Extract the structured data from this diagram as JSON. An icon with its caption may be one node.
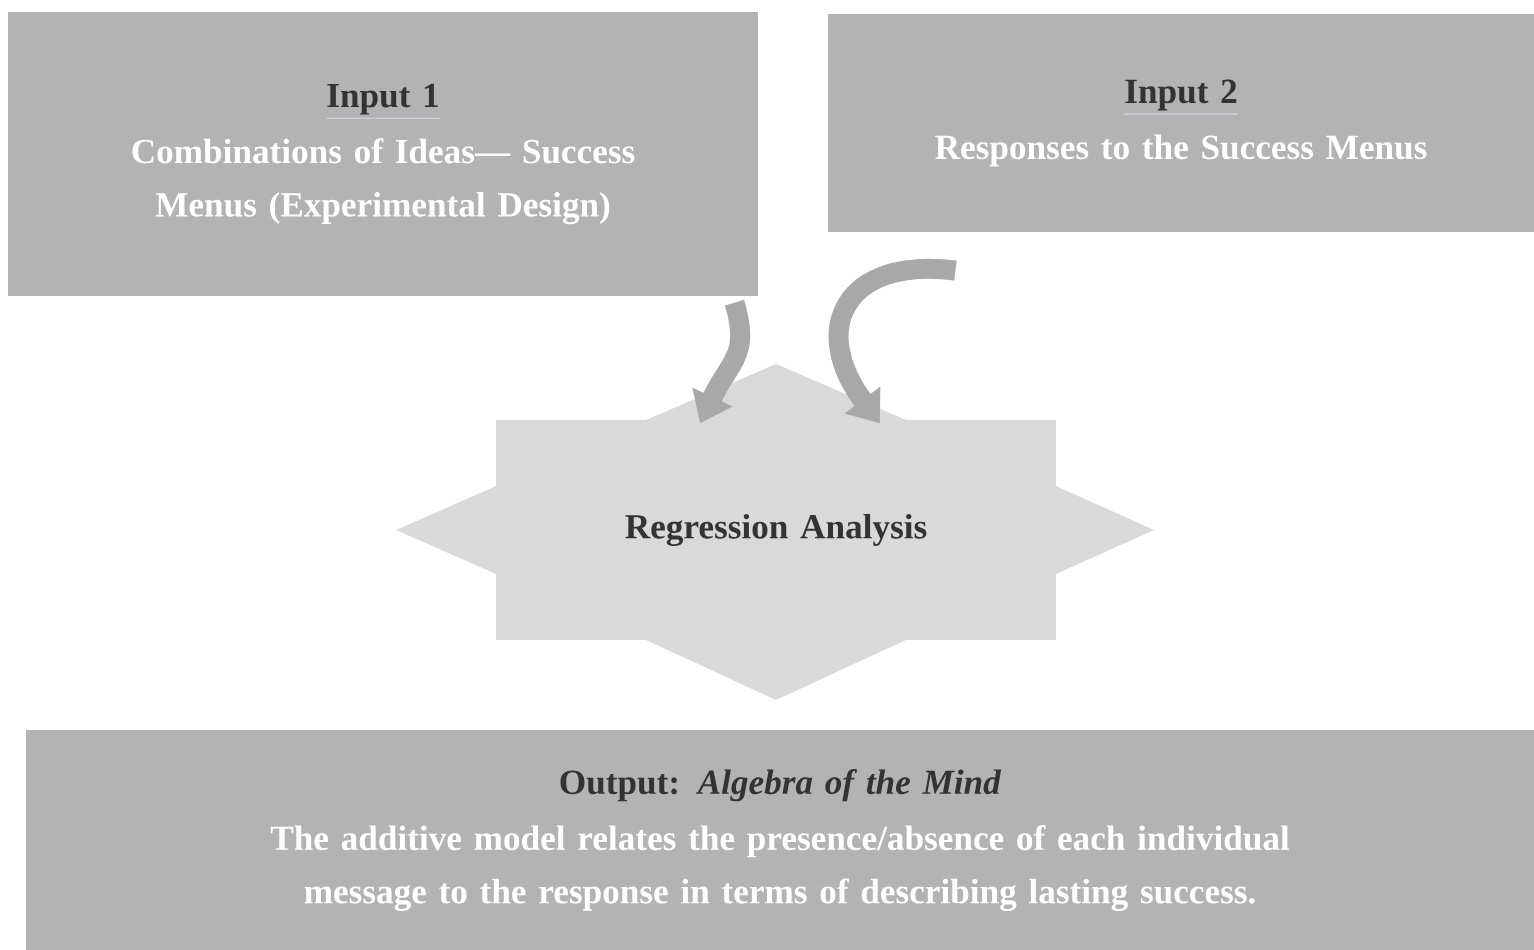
{
  "diagram": {
    "nodes": [
      {
        "text": [
          "Input 1",
          "Combinations of Ideas— Success Menus (Experimental Design)"
        ]
      },
      {
        "text": [
          "Input 2",
          "Responses to the Success Menus"
        ]
      },
      {
        "text": [
          "Regression Analysis"
        ]
      },
      {
        "text": [
          "Output: *Algebra of the Mind*",
          "The additive model relates the presence/absence of each individual message to the response in terms of describing lasting success."
        ]
      }
    ],
    "edges": [
      {
        "from": 0,
        "to": 2,
        "arrow": "to"
      },
      {
        "from": 1,
        "to": 2,
        "arrow": "to"
      }
    ]
  }
}
